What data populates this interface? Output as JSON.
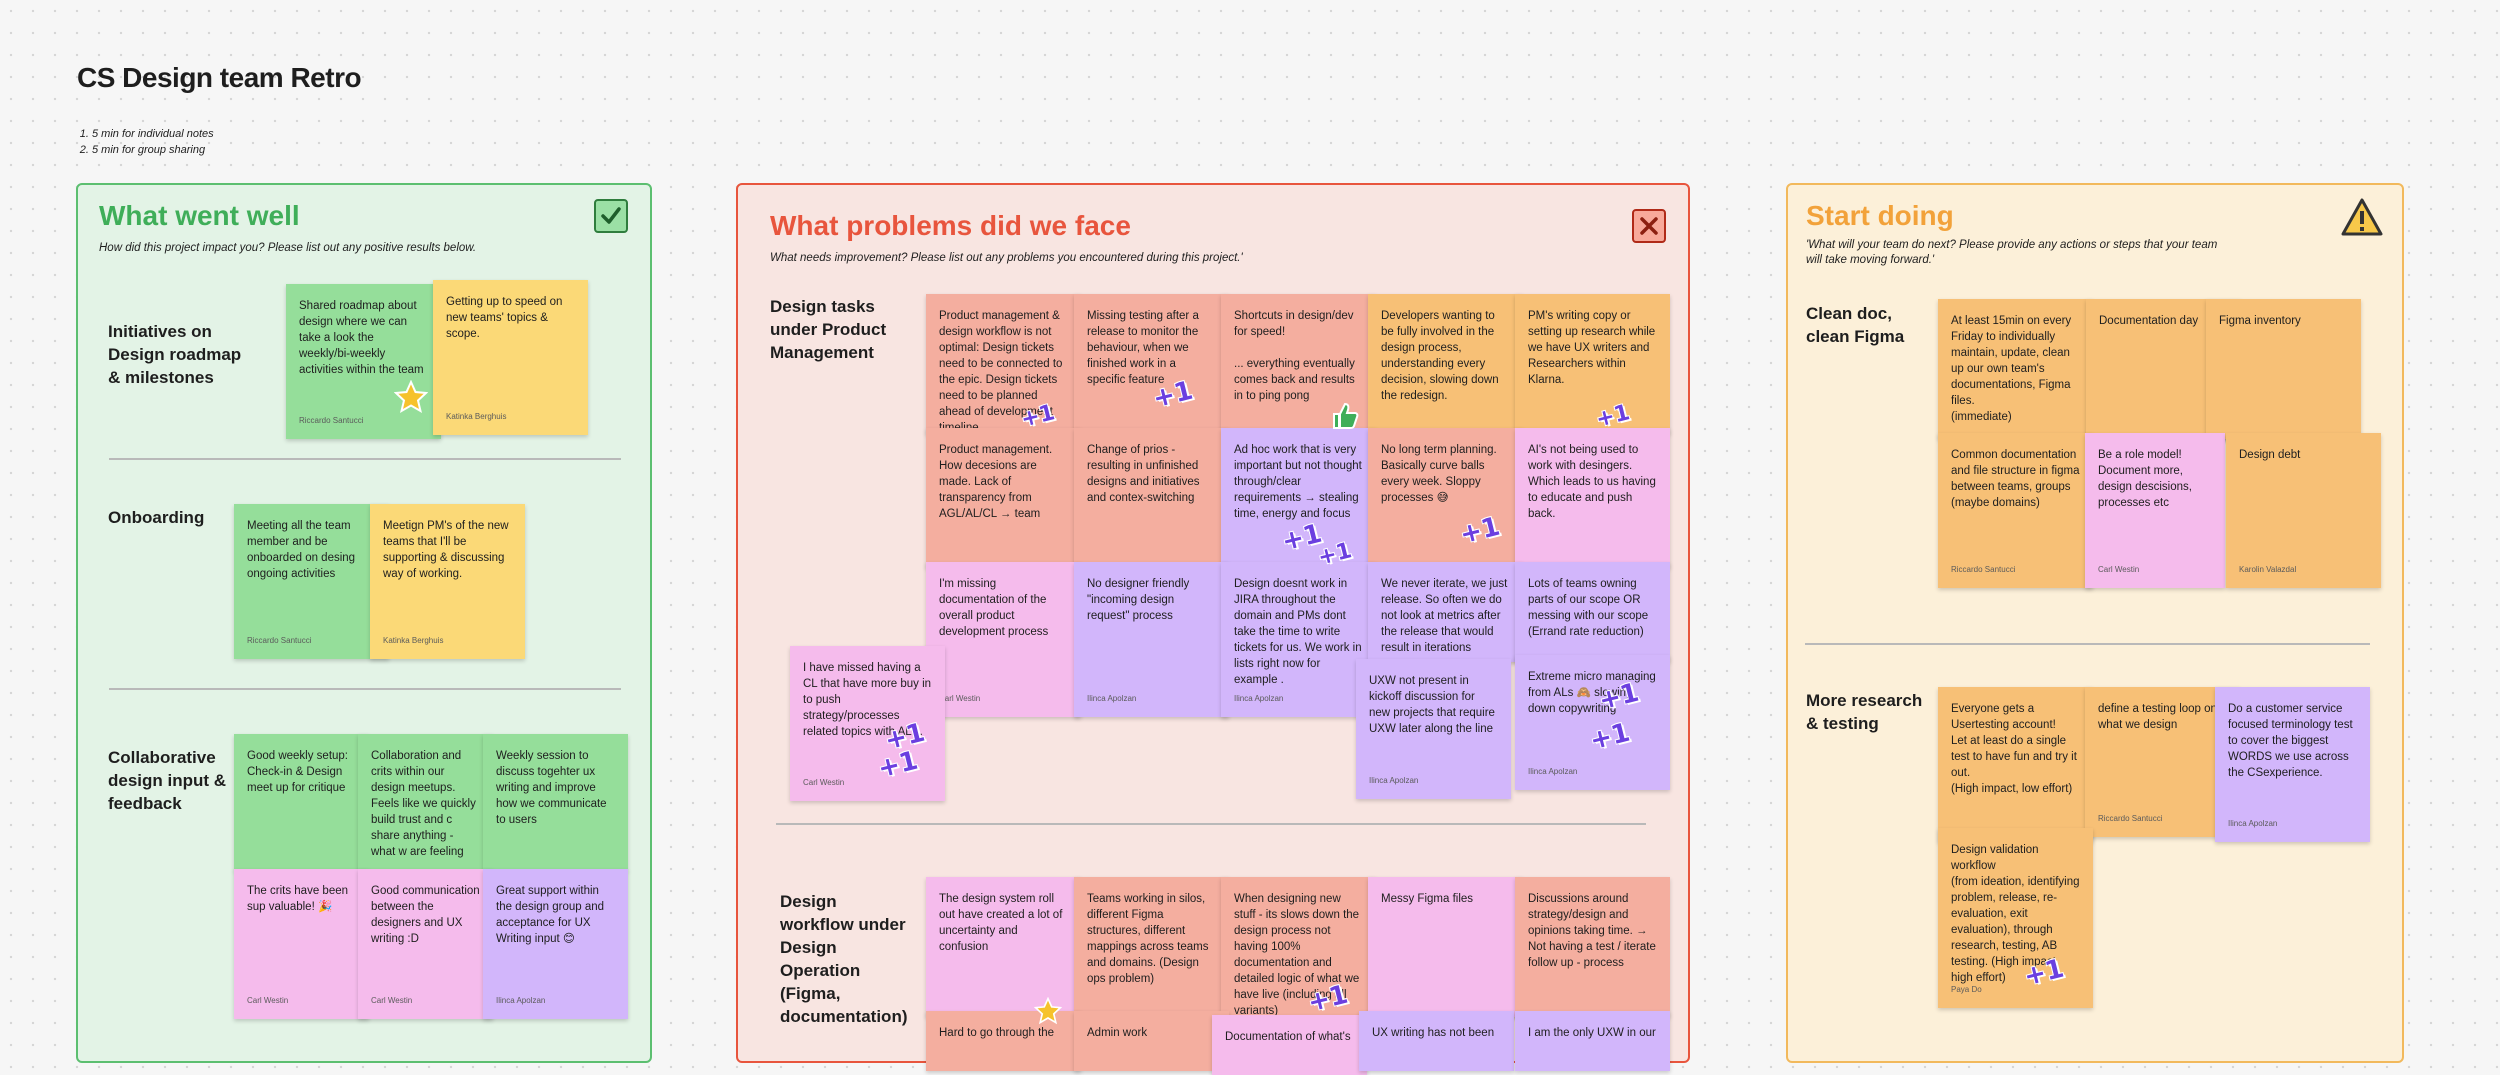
{
  "board": {
    "title": "CS Design team Retro",
    "steps": [
      "5 min for individual notes",
      "5 min for group sharing"
    ]
  },
  "colors": {
    "well": "#3fae59",
    "problems": "#e8553d",
    "start": "#f2a23a",
    "note_green": "#95de9a",
    "note_yellow": "#fbd977",
    "note_salmon": "#f4ae9f",
    "note_orange": "#f7c076",
    "note_pink": "#f5bbec",
    "note_purple": "#d2b6fb"
  },
  "went_well": {
    "title": "What went well",
    "subtitle": "How did this project impact you? Please list out any positive results below.",
    "icon": "checkmark-box-icon",
    "groups": [
      {
        "title": "Initiatives on Design roadmap & milestones",
        "notes": [
          {
            "text": "Shared roadmap about design where we can take a look the weekly/bi-weekly activities within the team",
            "author": "Riccardo Santucci"
          },
          {
            "text": "Getting up to speed on new teams' topics & scope.",
            "author": "Katinka Berghuis"
          }
        ]
      },
      {
        "title": "Onboarding",
        "notes": [
          {
            "text": "Meeting all the team member and be onboarded on desing ongoing activities",
            "author": "Riccardo Santucci"
          },
          {
            "text": "Meetign PM's of the new teams that I'll be supporting & discussing way of working.",
            "author": "Katinka Berghuis"
          }
        ]
      },
      {
        "title": "Collaborative design input & feedback",
        "notes": [
          {
            "text": "Good weekly setup: Check-in & Design meet up for critique",
            "author": ""
          },
          {
            "text": "Collaboration and crits within our design meetups. Feels like we quickly build trust and c share anything - what w are feeling",
            "author": ""
          },
          {
            "text": "Weekly session to discuss togehter ux writing and improve how we communicate to users",
            "author": ""
          },
          {
            "text": "The crits have been sup valuable! 🎉",
            "author": "Carl Westin"
          },
          {
            "text": "Good communication between the designers and UX writing :D",
            "author": "Carl Westin"
          },
          {
            "text": "Great support within the design group and acceptance for UX Writing input 😊",
            "author": "Ilinca Apolzan"
          }
        ]
      }
    ]
  },
  "problems": {
    "title": "What problems did we face",
    "subtitle": "What needs improvement? Please list out any problems you encountered during this project.'",
    "icon": "close-box-icon",
    "groups": [
      {
        "title": "Design tasks under Product Management",
        "notes": [
          {
            "text": "Product management & design workflow is not optimal: Design tickets need to be connected to the epic. Design tickets need to be planned ahead of development timeline",
            "author": ""
          },
          {
            "text": "Missing testing after a release to monitor the behaviour, when we finished work in a specific feature",
            "author": ""
          },
          {
            "text": "Shortcuts in design/dev for speed!\n\n... everything eventually comes back and results in to ping pong",
            "author": ""
          },
          {
            "text": "Developers wanting to be fully involved in the design process, understanding every decision, slowing down the redesign.",
            "author": ""
          },
          {
            "text": "PM's writing copy or setting up research while we have UX writers and Researchers within Klarna.",
            "author": ""
          },
          {
            "text": "Product management. How decesions are made. Lack of transparency from AGL/AL/CL → team",
            "author": ""
          },
          {
            "text": "Change of prios - resulting in unfinished designs and initiatives and contex-switching",
            "author": ""
          },
          {
            "text": "Ad hoc work that is very important but not thought through/clear requirements → stealing time, energy and focus",
            "author": ""
          },
          {
            "text": "No long term planning. Basically curve balls every week. Sloppy processes 😅",
            "author": ""
          },
          {
            "text": "AI's not being used to work with desingers. Which leads to us having to educate and push back.",
            "author": ""
          },
          {
            "text": "I'm missing documentation of the overall product development process",
            "author": "Carl Westin"
          },
          {
            "text": "No designer friendly \"incoming design request\" process",
            "author": "Ilinca Apolzan"
          },
          {
            "text": "Design doesnt work in JIRA throughout the domain and PMs dont take the time to write tickets for us. We work in lists right now for example .",
            "author": "Ilinca Apolzan"
          },
          {
            "text": "We never iterate, we just release. So often we do not look at metrics after the release that would result in iterations",
            "author": ""
          },
          {
            "text": "Lots of teams owning parts of our scope OR messing with our scope (Errand rate reduction)",
            "author": ""
          },
          {
            "text": "I have missed having a CL that have more buy in to push strategy/processes related topics with AL's.",
            "author": "Carl Westin"
          },
          {
            "text": "UXW not present in kickoff discussion for new projects that require UXW later along the line",
            "author": "Ilinca Apolzan"
          },
          {
            "text": "Extreme micro managing from ALs 🙈 slowing down copywriting",
            "author": "Ilinca Apolzan"
          }
        ]
      },
      {
        "title": "Design workflow under Design Operation (Figma, documentation)",
        "notes": [
          {
            "text": "The design system roll out have created a lot of uncertainty and confusion",
            "author": ""
          },
          {
            "text": "Teams working in silos, different Figma structures, different mappings across teams and domains. (Design ops problem)",
            "author": ""
          },
          {
            "text": "When designing new stuff - its slows down the design process not having 100% documentation and detailed logic of what we have live (including all variants)",
            "author": ""
          },
          {
            "text": "Messy Figma files",
            "author": ""
          },
          {
            "text": "Discussions around strategy/design and opinions taking time. → Not having a test / iterate follow up - process",
            "author": ""
          },
          {
            "text": "Hard to go through the",
            "author": ""
          },
          {
            "text": "Admin work",
            "author": ""
          },
          {
            "text": "Documentation of what's",
            "author": ""
          },
          {
            "text": "UX writing has not been",
            "author": ""
          },
          {
            "text": "I am the only UXW in our",
            "author": ""
          }
        ]
      }
    ]
  },
  "start_doing": {
    "title": "Start doing",
    "subtitle": "'What will your team do next? Please provide any actions or steps that your team will take moving forward.'",
    "icon": "warning-icon",
    "groups": [
      {
        "title": "Clean doc, clean Figma",
        "notes": [
          {
            "text": "At least 15min on every Friday to individually maintain, update, clean up our own team's documentations, Figma files.\n(immediate)",
            "author": ""
          },
          {
            "text": "Documentation day",
            "author": ""
          },
          {
            "text": "Figma inventory",
            "author": ""
          },
          {
            "text": "Common documentation and file structure in figma between teams, groups (maybe domains)",
            "author": "Riccardo Santucci"
          },
          {
            "text": "Be a role model! Document more, design descisions, processes etc",
            "author": "Carl Westin"
          },
          {
            "text": "Design debt",
            "author": "Karolin Valazdal"
          }
        ]
      },
      {
        "title": "More research & testing",
        "notes": [
          {
            "text": "Everyone gets a Usertesting account!\nLet at least do a single test to have fun and try it out.\n(High impact, low effort)",
            "author": ""
          },
          {
            "text": "define a testing loop on what we design",
            "author": "Riccardo Santucci"
          },
          {
            "text": "Do a customer service focused terminology test to cover the biggest WORDS we use across the CSexperience.",
            "author": "Ilinca Apolzan"
          },
          {
            "text": "Design validation workflow\n(from ideation, identifying problem, release, re-evaluation, exit evaluation), through research, testing, AB testing. (High impact, high effort)",
            "author": "Paya Do"
          }
        ]
      }
    ]
  },
  "reactions": {
    "plus_one": "+1"
  }
}
